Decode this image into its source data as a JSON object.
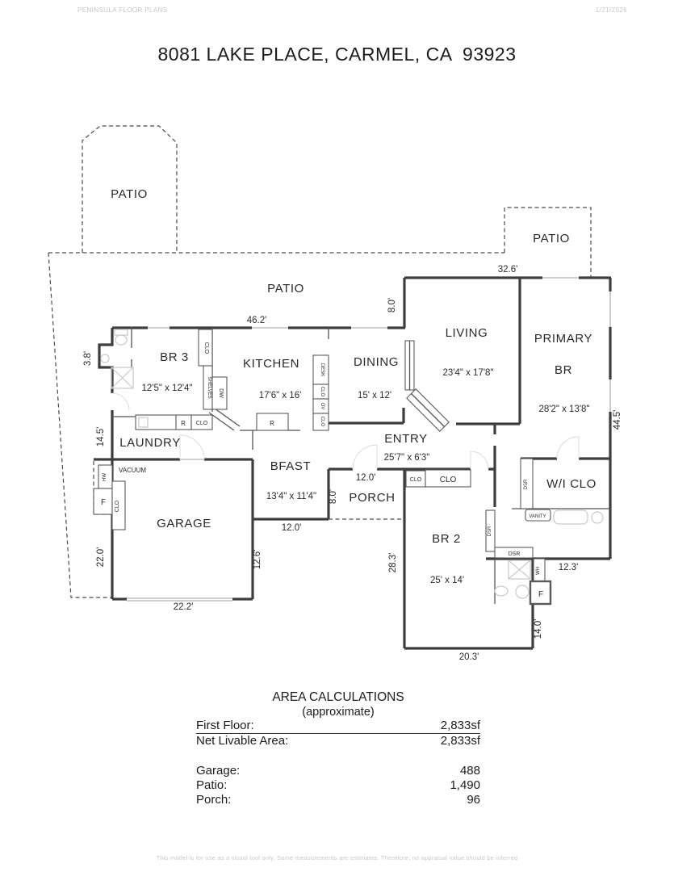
{
  "header": {
    "brand": "PENINSULA FLOOR PLANS",
    "date": "1/21/2026"
  },
  "title": "8081 LAKE PLACE, CARMEL, CA  93923",
  "colors": {
    "wall": "#3d3d3d",
    "thin_wall": "#555555",
    "window": "#9f9f9f",
    "fixture": "#c9c9c9",
    "dashed": "#4b4b4b",
    "muted_text": "#c4c4c4"
  },
  "plan": {
    "patio_label": "PATIO",
    "rooms": {
      "living": {
        "name": "LIVING",
        "dims": "23'4\" x 17'8\""
      },
      "primary": {
        "name": "PRIMARY",
        "name2": "BR",
        "dims": "28'2\" x 13'8\""
      },
      "br3": {
        "name": "BR 3",
        "dims": "12'5\" x 12'4\""
      },
      "kitchen": {
        "name": "KITCHEN",
        "dims": "17'6\" x 16'"
      },
      "dining": {
        "name": "DINING",
        "dims": "15' x 12'"
      },
      "laundry": {
        "name": "LAUNDRY"
      },
      "vacuum": {
        "name": "VACUUM"
      },
      "garage": {
        "name": "GARAGE"
      },
      "bfast": {
        "name": "BFAST",
        "dims": "13'4\" x 11'4\""
      },
      "porch": {
        "name": "PORCH"
      },
      "entry": {
        "name": "ENTRY",
        "dims": "25'7\" x 6'3\""
      },
      "br2": {
        "name": "BR 2",
        "dims": "25' x 14'"
      },
      "wiclo": {
        "name": "W/I CLO"
      }
    },
    "measurements": {
      "patio_top_w": "32.6'",
      "living_left": "8.0'",
      "house_top": "46.2'",
      "bath3_left": "3.8'",
      "right_side": "44.5'",
      "laundry_left": "14.5'",
      "porch_top": "12.0'",
      "porch_left": "8.0'",
      "bfast_bottom": "12.0'",
      "garage_left": "22.0'",
      "garage_right": "12.6'",
      "br2_left": "28.3'",
      "bath2_bottom": "12.3'",
      "garage_bottom": "22.2'",
      "br2_right": "14.0'",
      "br2_bottom": "20.3'"
    },
    "features": {
      "clo": "CLO",
      "shelves": "SHELVES",
      "dw": "DW",
      "desk": "DESK",
      "ov": "OV",
      "r": "R",
      "dsr": "DSR",
      "vanity": "VANITY",
      "wh": "WH",
      "f": "F",
      "hw": "HW"
    }
  },
  "area_calculations": {
    "title": "AREA CALCULATIONS",
    "subtitle": "(approximate)",
    "rows": [
      {
        "label": "First  Floor:",
        "value": "2,833sf"
      },
      {
        "label": "Net Livable Area:",
        "value": "2,833sf"
      }
    ],
    "rows2": [
      {
        "label": "Garage:",
        "value": "488"
      },
      {
        "label": "Patio:",
        "value": "1,490"
      },
      {
        "label": "Porch:",
        "value": "96"
      }
    ]
  },
  "disclaimer": "This model is for use as a visual tool only. Some measurements are estimates. Therefore, no appraisal value should be inferred"
}
